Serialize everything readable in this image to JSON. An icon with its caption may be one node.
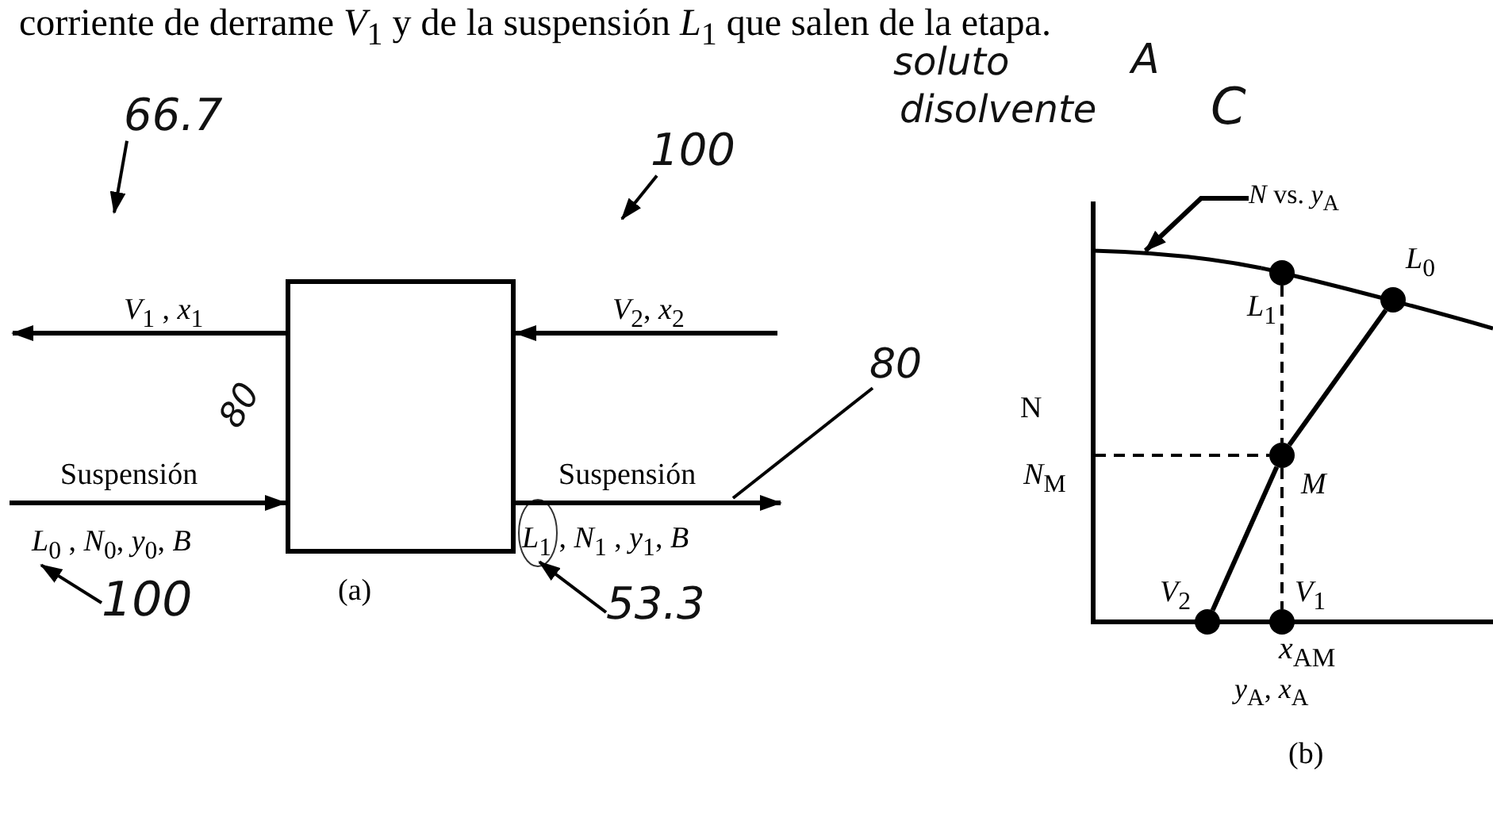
{
  "diagram": {
    "nodes": [
      {
        "text": [],
        "shape": "box",
        "beside": [
          "80"
        ]
      },
      {
        "text": [
          "66.7"
        ]
      },
      {
        "text": [
          "100"
        ]
      },
      {
        "text": [
          "100"
        ]
      },
      {
        "text": [
          "53.3"
        ]
      },
      {
        "text": [
          "80"
        ]
      },
      {
        "text": [
          "*N* vs. *y*$_{A}$"
        ]
      },
      {
        "text": [
          "*L*$_{0}$ , *N*$_{0}$, *y*$_{0}$, *B*"
        ]
      },
      {
        "text": [
          "*L*$_{1}$ , *N*$_{1}$ , *y*$_{1}$, *B*"
        ]
      },
      {
        "text": [],
        "shape": "curve"
      },
      {
        "text": [],
        "shape": "circle",
        "beside": [
          "*L*$_{1}$"
        ]
      },
      {
        "text": [],
        "shape": "circle",
        "beside": [
          "*L*$_{0}$"
        ]
      },
      {
        "text": [],
        "shape": "circle",
        "beside": [
          "*M*"
        ]
      },
      {
        "text": [],
        "shape": "circle",
        "beside": [
          "*V*$_{2}$"
        ]
      },
      {
        "text": [],
        "shape": "circle",
        "beside": [
          "*V*$_{1}$"
        ]
      }
    ],
    "edges": [
      {
        "from": 0,
        "to": null,
        "arrow": "to",
        "label": "*V*$_{1}$ , *x*$_{1}$"
      },
      {
        "from": null,
        "to": 0,
        "arrow": "to",
        "label": "*V*$_{2}$, *x*$_{2}$"
      },
      {
        "from": null,
        "to": 0,
        "arrow": "to",
        "label": "Suspensión"
      },
      {
        "from": 0,
        "to": null,
        "arrow": "to",
        "label": "Suspensión"
      },
      {
        "from": 1,
        "to": null,
        "arrow": "to"
      },
      {
        "from": 2,
        "to": null,
        "arrow": "to"
      },
      {
        "from": 3,
        "to": 7,
        "arrow": "to"
      },
      {
        "from": 4,
        "to": 8,
        "arrow": "to"
      },
      {
        "from": 5,
        "to": null,
        "arrow": "none"
      },
      {
        "from": 6,
        "to": 9,
        "arrow": "to"
      },
      {
        "from": 11,
        "to": 12,
        "arrow": "none"
      },
      {
        "from": 12,
        "to": 13,
        "arrow": "none"
      },
      {
        "from": 10,
        "to": 12,
        "arrow": "none",
        "style": "dashed"
      },
      {
        "from": 12,
        "to": 14,
        "arrow": "none",
        "style": "dashed"
      }
    ],
    "labels": [
      "corriente de derrame *V*$_{1}$ y de la suspensión *L*$_{1}$ que salen de la etapa.",
      "soluto",
      "A",
      "disolvente",
      "C",
      "(a)",
      "N",
      "*N*$_{M}$",
      "*x*$_{AM}$",
      "*y*$_{A}$, *x*$_{A}$",
      "(b)"
    ]
  }
}
